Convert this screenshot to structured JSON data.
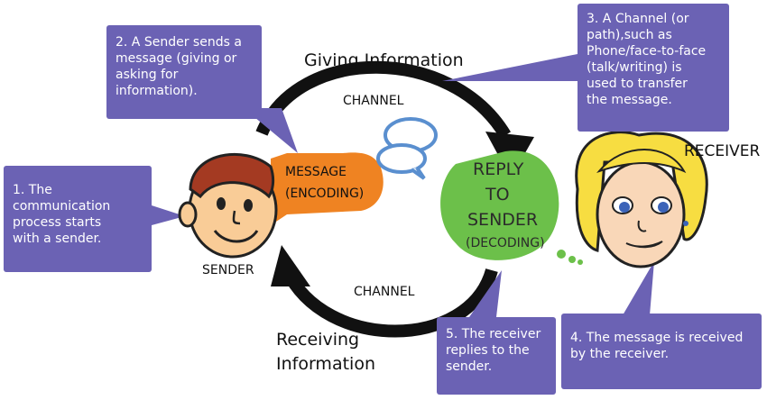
{
  "colors": {
    "callout": "#6b62b4",
    "message_bubble": "#ef8322",
    "reply_bubble": "#6cc04a",
    "arrow": "#111111"
  },
  "labels": {
    "giving": "Giving Information",
    "receiving_1": "Receiving",
    "receiving_2": "Information",
    "channel_top": "CHANNEL",
    "channel_bottom": "CHANNEL",
    "sender": "SENDER",
    "receiver": "RECEIVER",
    "message_1": "MESSAGE",
    "message_2": "(ENCODING)",
    "reply_1": "REPLY",
    "reply_2": "TO",
    "reply_3": "SENDER",
    "reply_4": "(DECODING)"
  },
  "callouts": {
    "c1": [
      "1. The",
      "communication",
      "process starts",
      "with a sender."
    ],
    "c2": [
      "2. A Sender sends a",
      "message (giving or",
      "asking for",
      "information)."
    ],
    "c3": [
      "3. A Channel (or",
      "path),such as",
      "Phone/face-to-face",
      "(talk/writing) is",
      "used to transfer",
      "the message."
    ],
    "c4": [
      "4. The message is received",
      "by the receiver."
    ],
    "c5": [
      "5. The receiver",
      "replies to the",
      "sender."
    ]
  },
  "icons": [
    "sender-face-icon",
    "receiver-face-icon",
    "chat-bubbles-icon"
  ]
}
